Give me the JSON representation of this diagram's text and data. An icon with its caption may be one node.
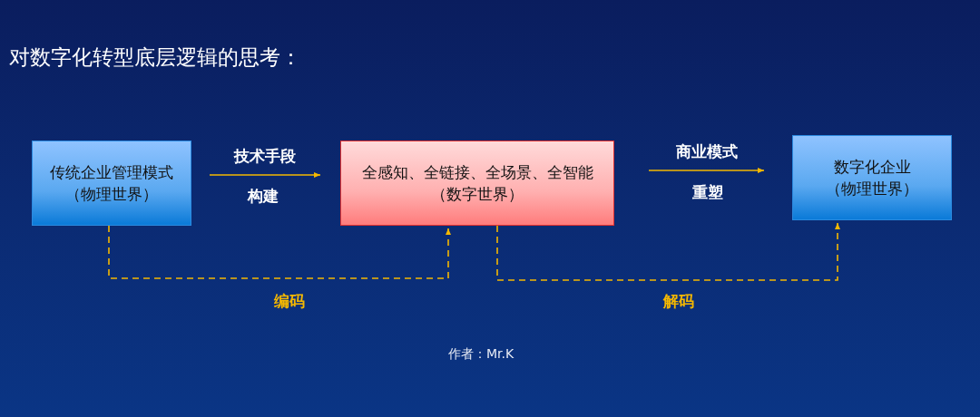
{
  "diagram": {
    "title": "对数字化转型底层逻辑的思考：",
    "nodes": [
      {
        "text": [
          "传统企业管理模式（物理世界）"
        ]
      },
      {
        "text": [
          "全感知、全链接、全场景、全智能（数字世界）"
        ]
      },
      {
        "text": [
          "数字化企业（物理世界）"
        ]
      }
    ],
    "edges": [
      {
        "from": 0,
        "to": 1,
        "arrow": "to",
        "label": "技术手段"
      },
      {
        "from": 1,
        "to": 2,
        "arrow": "to",
        "label": "商业模式"
      },
      {
        "from": 0,
        "to": 1,
        "arrow": "to",
        "label": "编码",
        "style": "dashed"
      },
      {
        "from": 1,
        "to": 2,
        "arrow": "to",
        "label": "解码",
        "style": "dashed"
      }
    ],
    "labels": [
      "构建",
      "重塑",
      "作者：Mr.K"
    ]
  }
}
